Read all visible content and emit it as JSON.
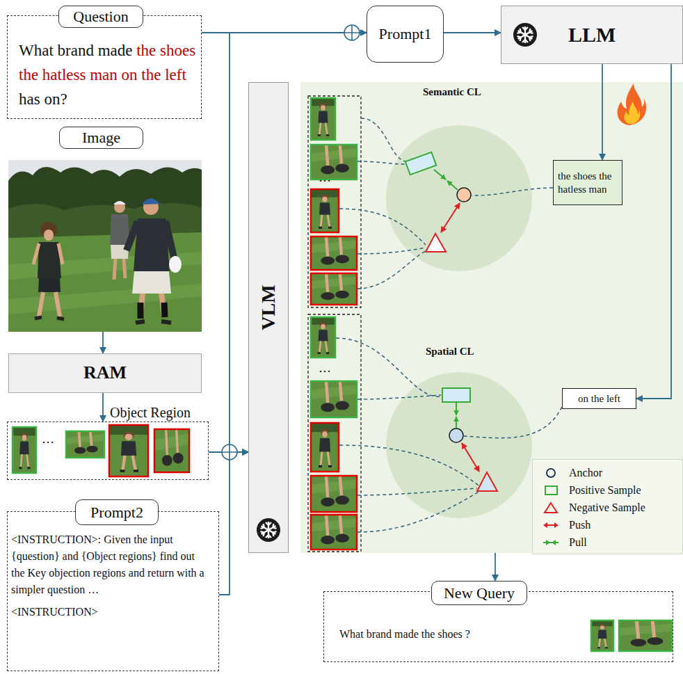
{
  "diagram": {
    "nodes": [
      {
        "text": [
          "Question",
          "What brand made the shoes the hatless man on the left has on?"
        ]
      },
      {
        "text": [
          "Prompt1"
        ]
      },
      {
        "text": [
          "LLM"
        ]
      },
      {
        "text": [
          "Image"
        ]
      },
      {
        "text": [
          "RAM"
        ]
      },
      {
        "text": [
          "Object Region"
        ]
      },
      {
        "text": [
          "Prompt2",
          "<INSTRUCTION>: Given the input {question} and {Object regions} find out the Key objection regions and return with a simpler question …",
          "<INSTRUCTION>"
        ]
      },
      {
        "text": [
          "VLM"
        ]
      },
      {
        "text": [
          "Semantic CL",
          "Spatial CL"
        ]
      },
      {
        "text": [
          "the shoes the hatless man"
        ],
        "in": 8
      },
      {
        "text": [
          "on the left"
        ],
        "in": 8
      },
      {
        "text": [
          "New Query",
          "What brand made the shoes ?"
        ]
      }
    ],
    "edges": [
      {
        "from": 0,
        "to": 1,
        "arrow": "to"
      },
      {
        "from": 1,
        "to": 2,
        "arrow": "to"
      },
      {
        "from": 2,
        "to": 9,
        "arrow": "to"
      },
      {
        "from": 2,
        "to": 10,
        "arrow": "to"
      },
      {
        "from": 0,
        "to": 7,
        "arrow": "to"
      },
      {
        "from": 3,
        "to": 4,
        "arrow": "to"
      },
      {
        "from": 4,
        "to": 5,
        "arrow": "to"
      },
      {
        "from": 5,
        "to": 7,
        "arrow": "to"
      },
      {
        "from": 6,
        "to": 7,
        "arrow": "to"
      },
      {
        "from": 8,
        "to": 11,
        "arrow": "to"
      }
    ],
    "labels": [
      "…",
      "…",
      "…"
    ],
    "legend": [
      {
        "text": "Anchor"
      },
      {
        "text": "Positive Sample"
      },
      {
        "text": "Negative Sample"
      },
      {
        "text": "Push"
      },
      {
        "text": "Pull"
      }
    ]
  }
}
